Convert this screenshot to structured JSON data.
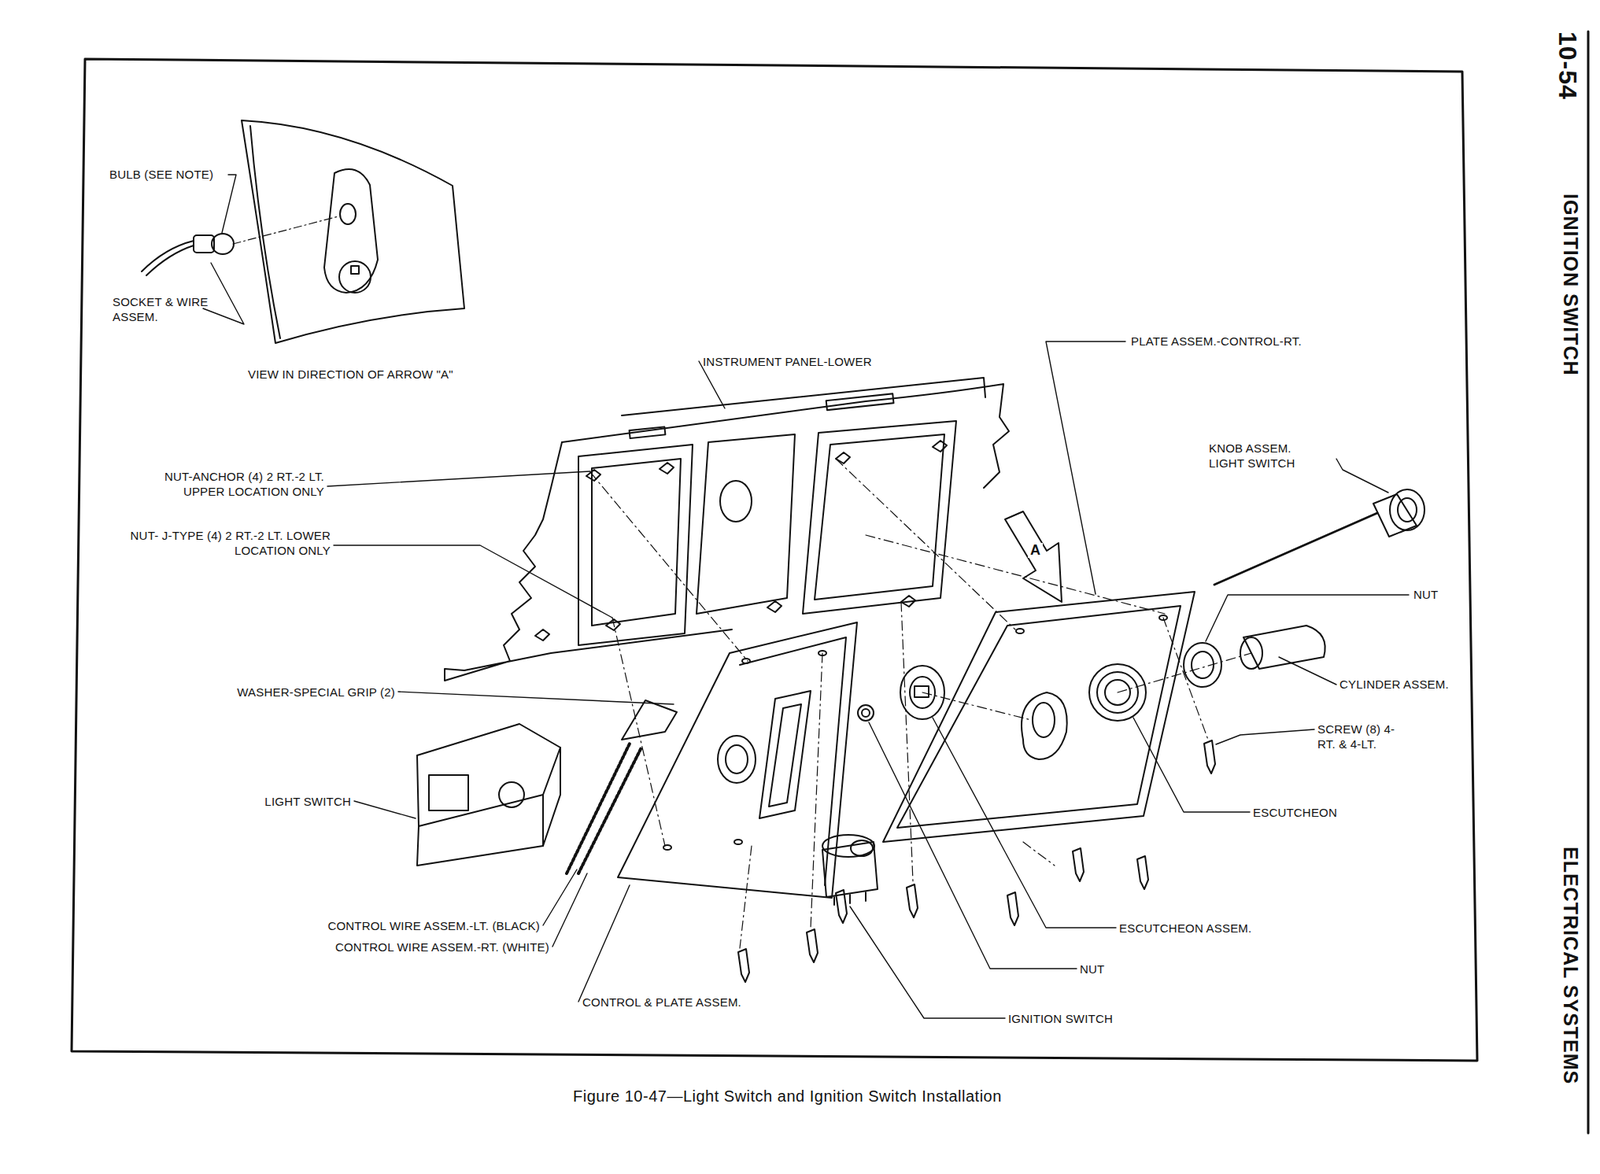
{
  "diagram": {
    "caption": "Figure 10-47—Light Switch and Ignition Switch Installation",
    "labels": [
      "BULB (SEE NOTE)",
      "SOCKET & WIRE ASSEM.",
      "VIEW IN DIRECTION OF ARROW \"A\"",
      "INSTRUMENT PANEL-LOWER",
      "PLATE ASSEM.-CONTROL-RT.",
      "KNOB ASSEM. LIGHT SWITCH",
      "NUT-ANCHOR (4) 2 RT.-2 LT. UPPER LOCATION ONLY",
      "NUT- J-TYPE (4) 2 RT.-2 LT. LOWER LOCATION ONLY",
      "NUT",
      "CYLINDER ASSEM.",
      "SCREW (8) 4-RT. & 4-LT.",
      "WASHER-SPECIAL GRIP (2)",
      "LIGHT SWITCH",
      "ESCUTCHEON",
      "CONTROL WIRE ASSEM.-LT. (BLACK)",
      "CONTROL WIRE ASSEM.-RT. (WHITE)",
      "ESCUTCHEON ASSEM.",
      "NUT",
      "CONTROL & PLATE ASSEM.",
      "IGNITION SWITCH",
      "A",
      "10-54",
      "IGNITION SWITCH",
      "ELECTRICAL SYSTEMS"
    ]
  }
}
